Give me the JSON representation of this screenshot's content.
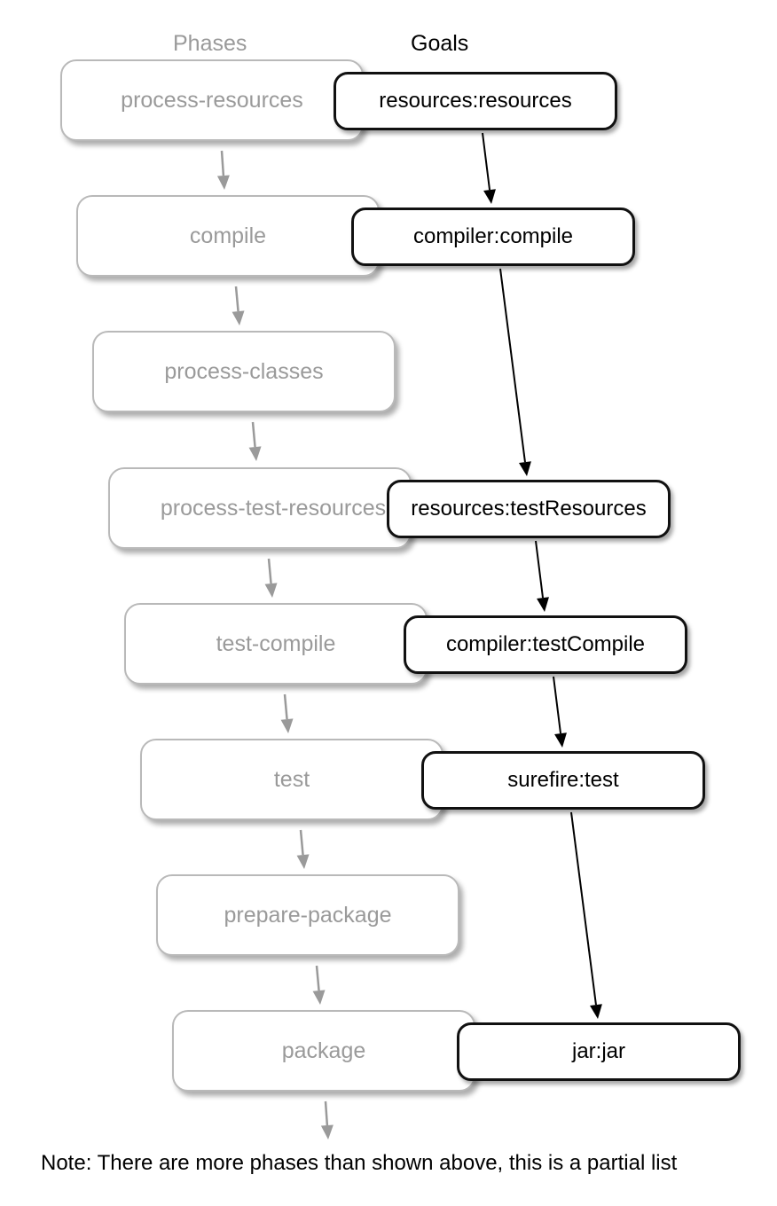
{
  "headings": {
    "phases": "Phases",
    "goals": "Goals"
  },
  "phases": [
    "process-resources",
    "compile",
    "process-classes",
    "process-test-resources",
    "test-compile",
    "test",
    "prepare-package",
    "package"
  ],
  "goals": [
    {
      "label": "resources:resources",
      "phase": "process-resources"
    },
    {
      "label": "compiler:compile",
      "phase": "compile"
    },
    {
      "label": "resources:testResources",
      "phase": "process-test-resources"
    },
    {
      "label": "compiler:testCompile",
      "phase": "test-compile"
    },
    {
      "label": "surefire:test",
      "phase": "test"
    },
    {
      "label": "jar:jar",
      "phase": "package"
    }
  ],
  "note": "Note: There are more phases than shown above, this is a partial list",
  "colors": {
    "phase_text": "#9a9a9a",
    "phase_arrow": "#9a9a9a",
    "goal_border": "#111111",
    "goal_arrow": "#000000"
  }
}
